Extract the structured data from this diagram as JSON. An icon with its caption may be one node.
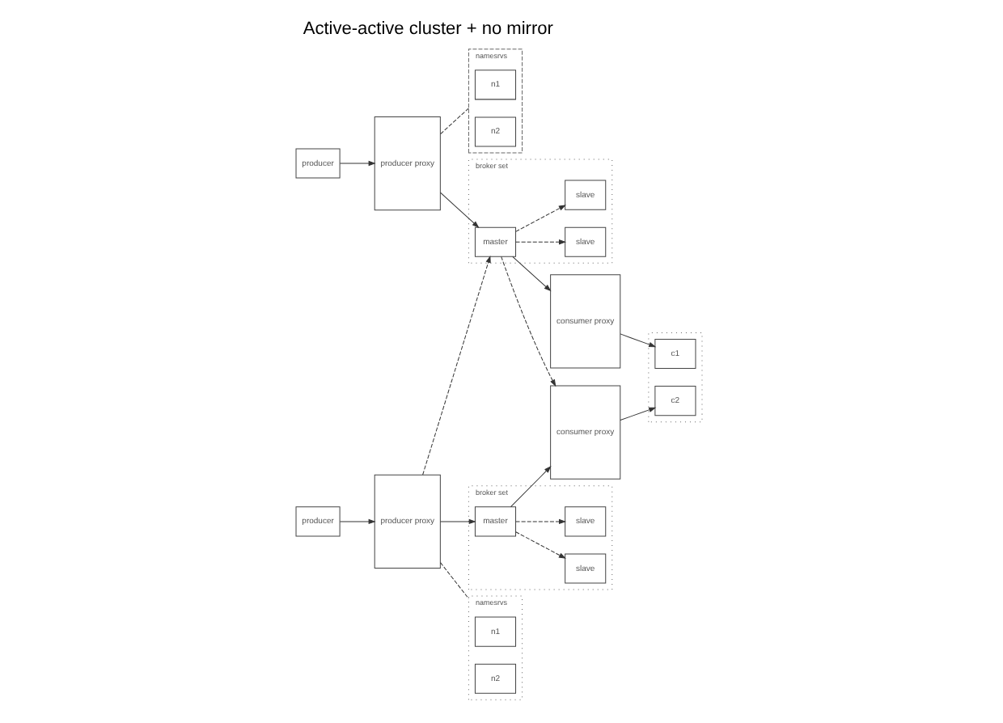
{
  "diagram": {
    "title": "Active-active cluster + no mirror",
    "nodes": [
      {
        "text": [
          "producer"
        ]
      },
      {
        "text": [
          "producer proxy"
        ]
      },
      {
        "text": [
          "namesrvs"
        ]
      },
      {
        "text": [
          "n1"
        ],
        "in": 2
      },
      {
        "text": [
          "n2"
        ],
        "in": 2
      },
      {
        "text": [
          "broker set"
        ]
      },
      {
        "text": [
          "master"
        ],
        "in": 5
      },
      {
        "text": [
          "slave"
        ],
        "in": 5
      },
      {
        "text": [
          "slave"
        ],
        "in": 5
      },
      {
        "text": [
          "consumer proxy"
        ]
      },
      {
        "text": [],
        "shape": "box"
      },
      {
        "text": [
          "c1"
        ],
        "in": 10
      },
      {
        "text": [
          "producer"
        ]
      },
      {
        "text": [
          "producer proxy"
        ]
      },
      {
        "text": [
          "broker set"
        ]
      },
      {
        "text": [
          "master"
        ],
        "in": 14
      },
      {
        "text": [
          "slave"
        ],
        "in": 14
      },
      {
        "text": [
          "slave"
        ],
        "in": 14
      },
      {
        "text": [
          "namesrvs"
        ]
      },
      {
        "text": [
          "n1"
        ],
        "in": 18
      },
      {
        "text": [
          "n2"
        ],
        "in": 18
      },
      {
        "text": [
          "consumer proxy"
        ]
      },
      {
        "text": [
          "c2"
        ],
        "in": 10
      }
    ],
    "edges": [
      {
        "from": 0,
        "to": 1,
        "arrow": "to"
      },
      {
        "from": 1,
        "to": 2,
        "arrow": "none",
        "style": "dashed"
      },
      {
        "from": 1,
        "to": 6,
        "arrow": "to"
      },
      {
        "from": 6,
        "to": 7,
        "arrow": "to",
        "style": "dashed"
      },
      {
        "from": 6,
        "to": 8,
        "arrow": "to",
        "style": "dashed"
      },
      {
        "from": 6,
        "to": 9,
        "arrow": "to"
      },
      {
        "from": 9,
        "to": 11,
        "arrow": "to"
      },
      {
        "from": 13,
        "to": 6,
        "arrow": "to",
        "style": "dashed"
      },
      {
        "from": 6,
        "to": 21,
        "arrow": "to",
        "style": "dashed"
      },
      {
        "from": 12,
        "to": 13,
        "arrow": "to"
      },
      {
        "from": 13,
        "to": 15,
        "arrow": "to"
      },
      {
        "from": 15,
        "to": 16,
        "arrow": "to",
        "style": "dashed"
      },
      {
        "from": 15,
        "to": 17,
        "arrow": "to",
        "style": "dashed"
      },
      {
        "from": 15,
        "to": 21,
        "arrow": "to"
      },
      {
        "from": 21,
        "to": 22,
        "arrow": "to"
      },
      {
        "from": 13,
        "to": 18,
        "arrow": "none",
        "style": "dashed"
      }
    ]
  }
}
